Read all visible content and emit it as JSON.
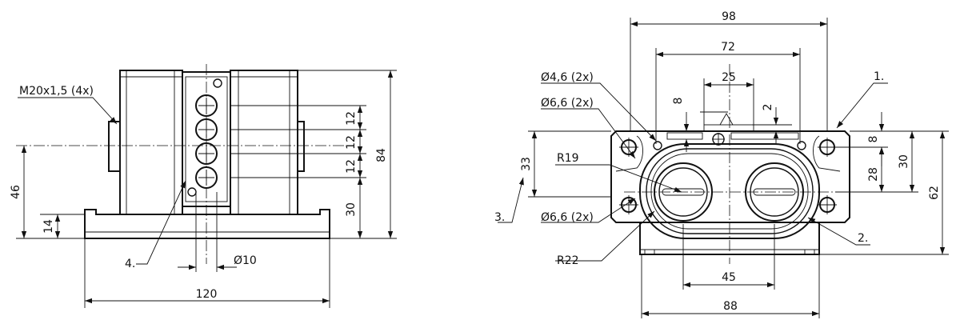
{
  "left_view": {
    "thread_label": "M20x1,5 (4x)",
    "dim_height_total": "84",
    "dim_pitch_1": "12",
    "dim_pitch_2": "12",
    "dim_pitch_3": "12",
    "dim_bottom_30": "30",
    "dim_axis_height": "46",
    "dim_base_height": "14",
    "dim_width": "120",
    "dim_hole_dia": "Ø10",
    "callout": "4."
  },
  "right_view": {
    "dim_98": "98",
    "dim_72": "72",
    "dim_25": "25",
    "dim_8_top": "8",
    "dim_2": "2",
    "hole_46": "Ø4,6 (2x)",
    "hole_66_top": "Ø6,6 (2x)",
    "hole_66_bottom": "Ø6,6 (2x)",
    "r19": "R19",
    "r22": "R22",
    "dim_33": "33",
    "dim_8_right": "8",
    "dim_28": "28",
    "dim_30": "30",
    "dim_62": "62",
    "dim_45": "45",
    "dim_88": "88",
    "callout_1": "1.",
    "callout_2": "2.",
    "callout_3": "3."
  }
}
